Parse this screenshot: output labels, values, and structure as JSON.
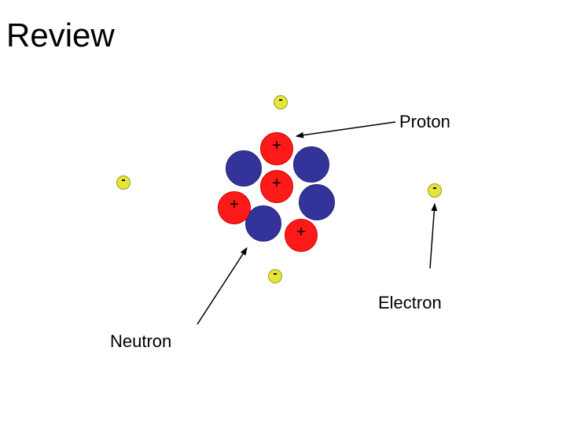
{
  "title": "Review",
  "labels": {
    "proton": "Proton",
    "electron": "Electron",
    "neutron": "Neutron"
  },
  "symbols": {
    "proton_charge": "+",
    "electron_charge": "-"
  },
  "colors": {
    "proton": "#ff1a1a",
    "neutron": "#33339a",
    "electron": "#e6e63a",
    "arrow": "#000000"
  }
}
